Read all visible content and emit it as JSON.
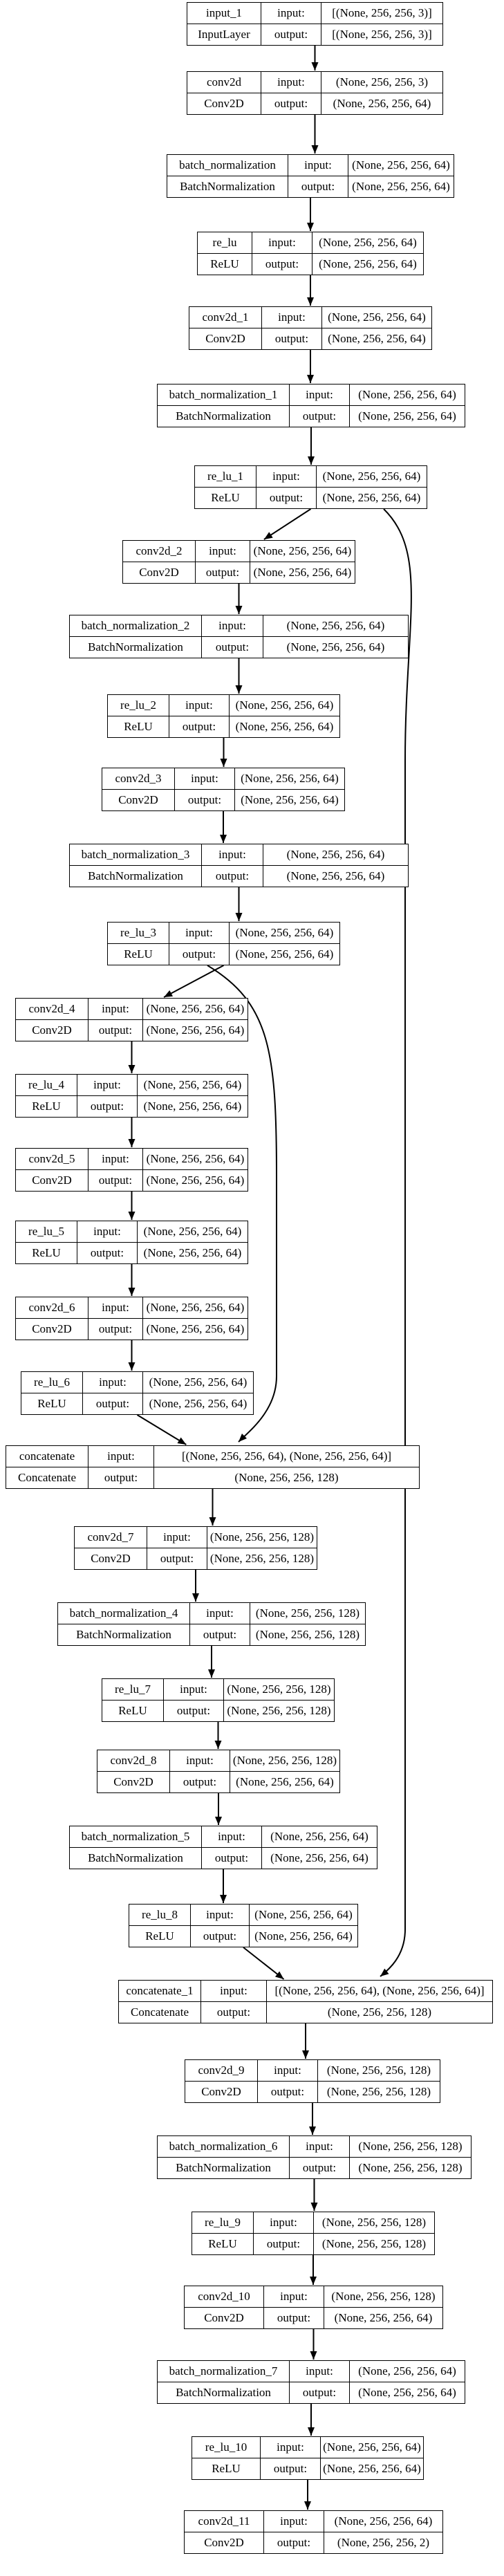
{
  "labels": {
    "input": "input:",
    "output": "output:"
  },
  "nodes": [
    {
      "id": "input_1",
      "name": "input_1",
      "type": "InputLayer",
      "in": "[(None, 256, 256, 3)]",
      "out": "[(None, 256, 256, 3)]"
    },
    {
      "id": "conv2d",
      "name": "conv2d",
      "type": "Conv2D",
      "in": "(None, 256, 256, 3)",
      "out": "(None, 256, 256, 64)"
    },
    {
      "id": "batch_normalization",
      "name": "batch_normalization",
      "type": "BatchNormalization",
      "in": "(None, 256, 256, 64)",
      "out": "(None, 256, 256, 64)"
    },
    {
      "id": "re_lu",
      "name": "re_lu",
      "type": "ReLU",
      "in": "(None, 256, 256, 64)",
      "out": "(None, 256, 256, 64)"
    },
    {
      "id": "conv2d_1",
      "name": "conv2d_1",
      "type": "Conv2D",
      "in": "(None, 256, 256, 64)",
      "out": "(None, 256, 256, 64)"
    },
    {
      "id": "batch_normalization_1",
      "name": "batch_normalization_1",
      "type": "BatchNormalization",
      "in": "(None, 256, 256, 64)",
      "out": "(None, 256, 256, 64)"
    },
    {
      "id": "re_lu_1",
      "name": "re_lu_1",
      "type": "ReLU",
      "in": "(None, 256, 256, 64)",
      "out": "(None, 256, 256, 64)"
    },
    {
      "id": "conv2d_2",
      "name": "conv2d_2",
      "type": "Conv2D",
      "in": "(None, 256, 256, 64)",
      "out": "(None, 256, 256, 64)"
    },
    {
      "id": "batch_normalization_2",
      "name": "batch_normalization_2",
      "type": "BatchNormalization",
      "in": "(None, 256, 256, 64)",
      "out": "(None, 256, 256, 64)"
    },
    {
      "id": "re_lu_2",
      "name": "re_lu_2",
      "type": "ReLU",
      "in": "(None, 256, 256, 64)",
      "out": "(None, 256, 256, 64)"
    },
    {
      "id": "conv2d_3",
      "name": "conv2d_3",
      "type": "Conv2D",
      "in": "(None, 256, 256, 64)",
      "out": "(None, 256, 256, 64)"
    },
    {
      "id": "batch_normalization_3",
      "name": "batch_normalization_3",
      "type": "BatchNormalization",
      "in": "(None, 256, 256, 64)",
      "out": "(None, 256, 256, 64)"
    },
    {
      "id": "re_lu_3",
      "name": "re_lu_3",
      "type": "ReLU",
      "in": "(None, 256, 256, 64)",
      "out": "(None, 256, 256, 64)"
    },
    {
      "id": "conv2d_4",
      "name": "conv2d_4",
      "type": "Conv2D",
      "in": "(None, 256, 256, 64)",
      "out": "(None, 256, 256, 64)"
    },
    {
      "id": "re_lu_4",
      "name": "re_lu_4",
      "type": "ReLU",
      "in": "(None, 256, 256, 64)",
      "out": "(None, 256, 256, 64)"
    },
    {
      "id": "conv2d_5",
      "name": "conv2d_5",
      "type": "Conv2D",
      "in": "(None, 256, 256, 64)",
      "out": "(None, 256, 256, 64)"
    },
    {
      "id": "re_lu_5",
      "name": "re_lu_5",
      "type": "ReLU",
      "in": "(None, 256, 256, 64)",
      "out": "(None, 256, 256, 64)"
    },
    {
      "id": "conv2d_6",
      "name": "conv2d_6",
      "type": "Conv2D",
      "in": "(None, 256, 256, 64)",
      "out": "(None, 256, 256, 64)"
    },
    {
      "id": "re_lu_6",
      "name": "re_lu_6",
      "type": "ReLU",
      "in": "(None, 256, 256, 64)",
      "out": "(None, 256, 256, 64)"
    },
    {
      "id": "concatenate",
      "name": "concatenate",
      "type": "Concatenate",
      "in": "[(None, 256, 256, 64), (None, 256, 256, 64)]",
      "out": "(None, 256, 256, 128)"
    },
    {
      "id": "conv2d_7",
      "name": "conv2d_7",
      "type": "Conv2D",
      "in": "(None, 256, 256, 128)",
      "out": "(None, 256, 256, 128)"
    },
    {
      "id": "batch_normalization_4",
      "name": "batch_normalization_4",
      "type": "BatchNormalization",
      "in": "(None, 256, 256, 128)",
      "out": "(None, 256, 256, 128)"
    },
    {
      "id": "re_lu_7",
      "name": "re_lu_7",
      "type": "ReLU",
      "in": "(None, 256, 256, 128)",
      "out": "(None, 256, 256, 128)"
    },
    {
      "id": "conv2d_8",
      "name": "conv2d_8",
      "type": "Conv2D",
      "in": "(None, 256, 256, 128)",
      "out": "(None, 256, 256, 64)"
    },
    {
      "id": "batch_normalization_5",
      "name": "batch_normalization_5",
      "type": "BatchNormalization",
      "in": "(None, 256, 256, 64)",
      "out": "(None, 256, 256, 64)"
    },
    {
      "id": "re_lu_8",
      "name": "re_lu_8",
      "type": "ReLU",
      "in": "(None, 256, 256, 64)",
      "out": "(None, 256, 256, 64)"
    },
    {
      "id": "concatenate_1",
      "name": "concatenate_1",
      "type": "Concatenate",
      "in": "[(None, 256, 256, 64), (None, 256, 256, 64)]",
      "out": "(None, 256, 256, 128)"
    },
    {
      "id": "conv2d_9",
      "name": "conv2d_9",
      "type": "Conv2D",
      "in": "(None, 256, 256, 128)",
      "out": "(None, 256, 256, 128)"
    },
    {
      "id": "batch_normalization_6",
      "name": "batch_normalization_6",
      "type": "BatchNormalization",
      "in": "(None, 256, 256, 128)",
      "out": "(None, 256, 256, 128)"
    },
    {
      "id": "re_lu_9",
      "name": "re_lu_9",
      "type": "ReLU",
      "in": "(None, 256, 256, 128)",
      "out": "(None, 256, 256, 128)"
    },
    {
      "id": "conv2d_10",
      "name": "conv2d_10",
      "type": "Conv2D",
      "in": "(None, 256, 256, 128)",
      "out": "(None, 256, 256, 64)"
    },
    {
      "id": "batch_normalization_7",
      "name": "batch_normalization_7",
      "type": "BatchNormalization",
      "in": "(None, 256, 256, 64)",
      "out": "(None, 256, 256, 64)"
    },
    {
      "id": "re_lu_10",
      "name": "re_lu_10",
      "type": "ReLU",
      "in": "(None, 256, 256, 64)",
      "out": "(None, 256, 256, 64)"
    },
    {
      "id": "conv2d_11",
      "name": "conv2d_11",
      "type": "Conv2D",
      "in": "(None, 256, 256, 64)",
      "out": "(None, 256, 256, 2)"
    }
  ],
  "edges": [
    [
      "input_1",
      "conv2d"
    ],
    [
      "conv2d",
      "batch_normalization"
    ],
    [
      "batch_normalization",
      "re_lu"
    ],
    [
      "re_lu",
      "conv2d_1"
    ],
    [
      "conv2d_1",
      "batch_normalization_1"
    ],
    [
      "batch_normalization_1",
      "re_lu_1"
    ],
    [
      "re_lu_1",
      "conv2d_2"
    ],
    [
      "re_lu_1",
      "concatenate_1"
    ],
    [
      "conv2d_2",
      "batch_normalization_2"
    ],
    [
      "batch_normalization_2",
      "re_lu_2"
    ],
    [
      "re_lu_2",
      "conv2d_3"
    ],
    [
      "conv2d_3",
      "batch_normalization_3"
    ],
    [
      "batch_normalization_3",
      "re_lu_3"
    ],
    [
      "re_lu_3",
      "conv2d_4"
    ],
    [
      "re_lu_3",
      "concatenate"
    ],
    [
      "conv2d_4",
      "re_lu_4"
    ],
    [
      "re_lu_4",
      "conv2d_5"
    ],
    [
      "conv2d_5",
      "re_lu_5"
    ],
    [
      "re_lu_5",
      "conv2d_6"
    ],
    [
      "conv2d_6",
      "re_lu_6"
    ],
    [
      "re_lu_6",
      "concatenate"
    ],
    [
      "concatenate",
      "conv2d_7"
    ],
    [
      "conv2d_7",
      "batch_normalization_4"
    ],
    [
      "batch_normalization_4",
      "re_lu_7"
    ],
    [
      "re_lu_7",
      "conv2d_8"
    ],
    [
      "conv2d_8",
      "batch_normalization_5"
    ],
    [
      "batch_normalization_5",
      "re_lu_8"
    ],
    [
      "re_lu_8",
      "concatenate_1"
    ],
    [
      "concatenate_1",
      "conv2d_9"
    ],
    [
      "conv2d_9",
      "batch_normalization_6"
    ],
    [
      "batch_normalization_6",
      "re_lu_9"
    ],
    [
      "re_lu_9",
      "conv2d_10"
    ],
    [
      "conv2d_10",
      "batch_normalization_7"
    ],
    [
      "batch_normalization_7",
      "re_lu_10"
    ],
    [
      "re_lu_10",
      "conv2d_11"
    ]
  ]
}
